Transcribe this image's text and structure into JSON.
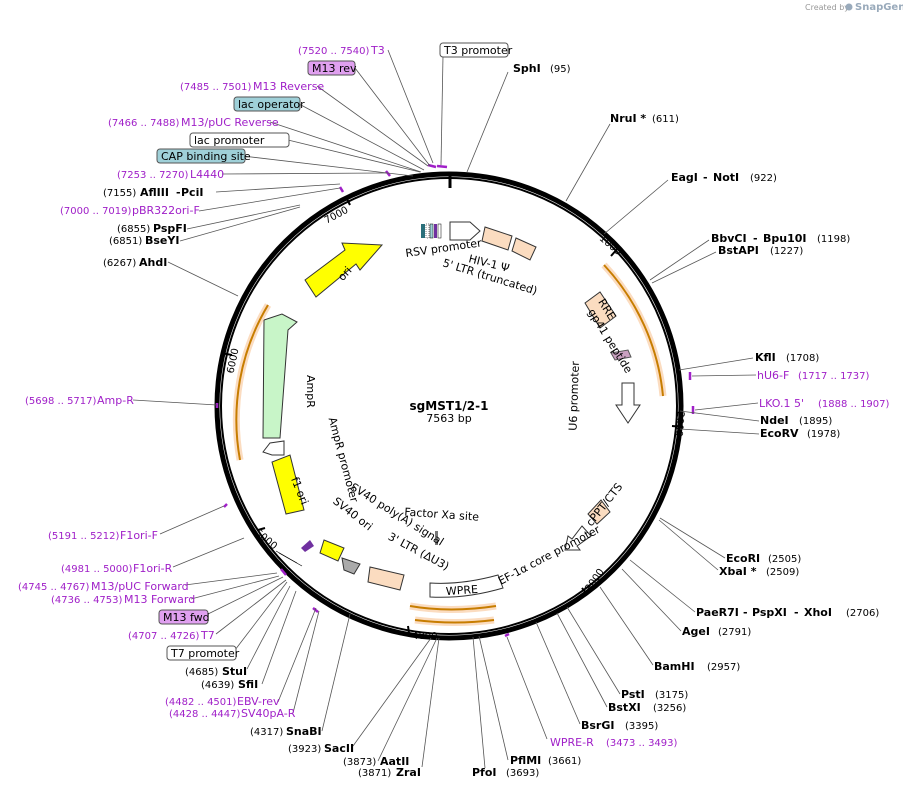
{
  "credit": {
    "created_by": "Created by",
    "app": "SnapGene"
  },
  "plasmid": {
    "name": "sgMST1/2-1",
    "size": "7563 bp",
    "length": 7563
  },
  "tick_labels": [
    "1000",
    "2000",
    "3000",
    "4000",
    "5000",
    "6000",
    "7000"
  ],
  "colors": {
    "primer": "#a020c8",
    "orange_feature": "#f5a623",
    "peach": "#fbdcc0",
    "yellow": "#ffff00",
    "green": "#c8f5c8",
    "pink": "#c9a0c0",
    "label_box_purple": "#e0a0f0",
    "label_box_blue": "#9fd0d8"
  },
  "top_labels": {
    "t3": {
      "pos": "(7520 .. 7540)",
      "name": "T3"
    },
    "t3_promoter": "T3 promoter",
    "m13rev": "M13 rev",
    "m13reverse": {
      "pos": "(7485 .. 7501)",
      "name": "M13 Reverse"
    },
    "lac_operator": "lac operator",
    "m13puc_rev": {
      "pos": "(7466 .. 7488)",
      "name": "M13/pUC Reverse"
    },
    "lac_promoter": "lac promoter",
    "cap_site": "CAP binding site",
    "l4440": {
      "pos": "(7253 .. 7270)",
      "name": "L4440"
    },
    "afliii": {
      "pos": "(7155)",
      "name": "AflIII",
      "name2": "PciI"
    },
    "pbr322": {
      "pos": "(7000 .. 7019)",
      "name": "pBR322ori-F"
    },
    "pspfi": {
      "pos": "(6855)",
      "name": "PspFI"
    },
    "bseyi": {
      "pos": "(6851)",
      "name": "BseYI"
    },
    "ahdi": {
      "pos": "(6267)",
      "name": "AhdI"
    },
    "ampr_primer": {
      "pos": "(5698 .. 5717)",
      "name": "Amp-R"
    }
  },
  "right_labels": {
    "sphi": {
      "name": "SphI",
      "pos": "(95)"
    },
    "nrui": {
      "name": "NruI *",
      "pos": "(611)"
    },
    "eagi": {
      "name": "EagI",
      "name2": "NotI",
      "pos": "(922)"
    },
    "bbvci": {
      "name": "BbvCI",
      "name2": "Bpu10I",
      "pos": "(1198)"
    },
    "bstapi": {
      "name": "BstAPI",
      "pos": "(1227)"
    },
    "kfli": {
      "name": "KflI",
      "pos": "(1708)"
    },
    "hu6f": {
      "name": "hU6-F",
      "pos": "(1717 .. 1737)"
    },
    "lko": {
      "name": "LKO.1 5'",
      "pos": "(1888 .. 1907)"
    },
    "ndei": {
      "name": "NdeI",
      "pos": "(1895)"
    },
    "ecorv": {
      "name": "EcoRV",
      "pos": "(1978)"
    },
    "ecori": {
      "name": "EcoRI",
      "pos": "(2505)"
    },
    "xbai": {
      "name": "XbaI *",
      "pos": "(2509)"
    },
    "paer7i": {
      "name": "PaeR7I",
      "name2": "PspXI",
      "name3": "XhoI",
      "pos": "(2706)"
    },
    "agei": {
      "name": "AgeI",
      "pos": "(2791)"
    },
    "bamhi": {
      "name": "BamHI",
      "pos": "(2957)"
    },
    "psti": {
      "name": "PstI",
      "pos": "(3175)"
    },
    "bstxi": {
      "name": "BstXI",
      "pos": "(3256)"
    },
    "bsrgi": {
      "name": "BsrGI",
      "pos": "(3395)"
    },
    "wpre_r": {
      "name": "WPRE-R",
      "pos": "(3473 .. 3493)"
    },
    "pflmi": {
      "name": "PflMI",
      "pos": "(3661)"
    },
    "pfoi": {
      "name": "PfoI",
      "pos": "(3693)"
    },
    "zrai": {
      "name": "ZraI",
      "pos": "(3871)"
    },
    "aatii": {
      "name": "AatII",
      "pos": "(3873)"
    },
    "sacii": {
      "name": "SacII",
      "pos": "(3923)"
    },
    "snabi": {
      "name": "SnaBI",
      "pos": "(4317)"
    }
  },
  "left_bottom_labels": {
    "f1ori_f": {
      "pos": "(5191 .. 5212)",
      "name": "F1ori-F"
    },
    "f1ori_r": {
      "pos": "(4981 .. 5000)",
      "name": "F1ori-R"
    },
    "m13puc_fwd": {
      "pos": "(4745 .. 4767)",
      "name": "M13/pUC Forward"
    },
    "m13forward": {
      "pos": "(4736 .. 4753)",
      "name": "M13 Forward"
    },
    "m13fwd": "M13 fwd",
    "t7": {
      "pos": "(4707 .. 4726)",
      "name": "T7"
    },
    "t7_promoter": "T7 promoter",
    "stui": {
      "pos": "(4685)",
      "name": "StuI"
    },
    "sfii": {
      "pos": "(4639)",
      "name": "SfiI"
    },
    "ebv": {
      "pos": "(4482 .. 4501)",
      "name": "EBV-rev"
    },
    "sv40pa_r": {
      "pos": "(4428 .. 4447)",
      "name": "SV40pA-R"
    }
  },
  "features": {
    "rsv_promoter": "RSV promoter",
    "hiv_psi": "HIV-1 Ψ",
    "ltr5": "5' LTR (truncated)",
    "rre": "RRE",
    "gp41": "gp41 peptide",
    "u6": "U6 promoter",
    "cppt": "cPPT/CTS",
    "ef1a": "EF-1α core promoter",
    "wpre": "WPRE",
    "factor_xa": "Factor Xa site",
    "ltr3": "3' LTR (ΔU3)",
    "sv40pa": "SV40 poly(A) signal",
    "sv40ori": "SV40 ori",
    "f1ori": "f1 ori",
    "ampr_promoter": "AmpR promoter",
    "ampr": "AmpR",
    "ori": "ori"
  }
}
